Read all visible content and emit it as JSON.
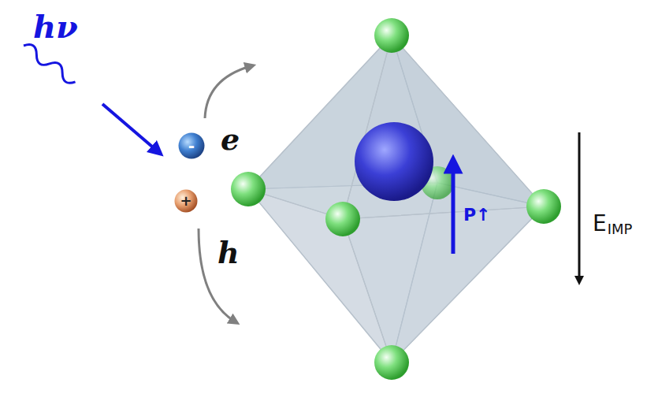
{
  "diagram": {
    "nodes": [
      {
        "text": [
          "-"
        ]
      },
      {
        "text": [
          "+"
        ]
      }
    ],
    "labels": [
      "hν",
      "e",
      "h",
      "P↑",
      "E",
      "IMP"
    ]
  }
}
